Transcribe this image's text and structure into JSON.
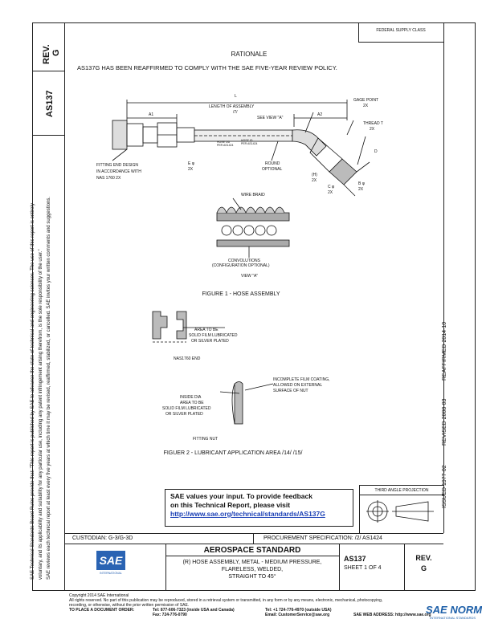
{
  "left_margin": {
    "notice_line1": "SAE Technical Standards Board Rules provide that: \"This report is published by SAE to advance the state of technical and engineering sciences. The use of this report is entirely",
    "notice_line2": "voluntary, and its applicability and suitability for any particular use, including any patent infringement arising therefrom, is the sole responsibility of the user.\"",
    "notice_line3": "SAE reviews each technical report at least every five years at which time it may be revised, reaffirmed, stabilized, or cancelled. SAE invites your written comments and suggestions."
  },
  "title_column": {
    "rev_label": "REV.",
    "rev_value": "G",
    "doc_number": "AS137"
  },
  "header": {
    "federal_supply_class": "FEDERAL SUPPLY CLASS",
    "rationale_title": "RATIONALE",
    "rationale_text": "AS137G HAS BEEN REAFFIRMED TO COMPLY WITH THE SAE FIVE-YEAR REVIEW POLICY."
  },
  "figure1": {
    "caption": "FIGURE 1 - HOSE ASSEMBLY",
    "labels": {
      "l": "L",
      "length_of_assembly": "LENGTH OF ASSEMBLY",
      "note7": "/7/",
      "a1": "A1",
      "a2": "A2",
      "gage_point": "GAGE POINT",
      "gage_point_2x": "2X",
      "see_view_a": "SEE VIEW \"A\"",
      "thread_t": "THREAD T",
      "thread_t_2x": "2X",
      "hose_od": "HOSE OD",
      "per_as1424_a": "PER AS1424",
      "hose_id": "HOSE ID",
      "per_as1424_b": "PER AS1424",
      "fitting_end_design": "FITTING END DESIGN",
      "in_accordance_with": "IN ACCORDANCE WITH",
      "nas1760": "NAS 1760 2X",
      "e_phi": "E φ",
      "e_2x": "2X",
      "round_optional": "ROUND",
      "optional": "OPTIONAL",
      "h": "(H)",
      "h_2x": "2X",
      "c_phi": "C φ",
      "c_2x": "2X",
      "b_phi": "B φ",
      "b_2x": "2X",
      "d": "D",
      "wire_braid": "WIRE BRAID",
      "convolutions": "CONVOLUTIONS",
      "configuration_optional": "(CONFIGURATION OPTIONAL)",
      "view_a": "VIEW \"A\""
    }
  },
  "figure2": {
    "caption": "FIGUER 2 - LUBRICANT APPLICATION AREA /14/ /15/",
    "labels": {
      "area_to_be": "AREA TO BE",
      "solid_film_lubricated": "SOLID FILM LUBRICATED",
      "or_silver_plated": "OR SILVER PLATED",
      "nas1760_end": "NAS1760 END",
      "incomplete_film_1": "INCOMPLETE FILM COATING,",
      "incomplete_film_2": "ALLOWED ON EXTERNAL",
      "incomplete_film_3": "SURFACE OF NUT",
      "inside_dia": "INSIDE DIA",
      "area_to_be_2": "AREA TO BE",
      "solid_film_lubricated_2": "SOLID FILM LUBRICATED",
      "or_silver_plated_2": "OR SILVER PLATED",
      "fitting_nut": "FITTING NUT"
    }
  },
  "right_column": {
    "issued": "ISSUED 1977-02",
    "revised": "REVISED 2008-03",
    "reaffirmed": "REAFFIRMED 2014-10"
  },
  "projection": {
    "title": "THIRD ANGLE PROJECTION"
  },
  "feedback": {
    "line1": "SAE values your input. To provide feedback",
    "line2": "on this Technical Report, please visit",
    "link": "http://www.sae.org/technical/standards/AS137G"
  },
  "title_block": {
    "custodian": "CUSTODIAN: G-3/G-3D",
    "procurement": "PROCUREMENT SPECIFICATION: /2/ AS1424",
    "heading": "AEROSPACE STANDARD",
    "title_line1": "(R) HOSE ASSEMBLY, METAL - MEDIUM PRESSURE,",
    "title_line2": "FLARELESS, WELDED,",
    "title_line3": "STRAIGHT TO 45°",
    "doc_number": "AS137",
    "sheet": "SHEET 1 OF 4",
    "rev_label": "REV.",
    "rev_value": "G",
    "logo_text": "SAE",
    "logo_sub": "INTERNATIONAL"
  },
  "footer": {
    "copyright": "Copyright 2014 SAE International",
    "rights_line1": "All rights reserved. No part of this publication may be reproduced, stored in a retrieval system or transmitted, in any form or by any means, electronic, mechanical, photocopying,",
    "rights_line2": "recording, or otherwise, without the prior written permission of SAE.",
    "to_place_order": "TO PLACE A DOCUMENT ORDER:",
    "tel1": "Tel: 877-606-7323 (inside USA and Canada)",
    "fax": "Fax: 724-776-0790",
    "tel2": "Tel: +1 724-776-4970 (outside USA)",
    "email": "Email: CustomerService@sae.org",
    "web": "SAE WEB ADDRESS: http://www.sae.org",
    "watermark_main": "SAE NORM",
    "watermark_sub": "INTERNATIONAL   STANDARDS"
  },
  "colors": {
    "link": "#1a3fb5",
    "watermark": "#1d5fa8"
  }
}
